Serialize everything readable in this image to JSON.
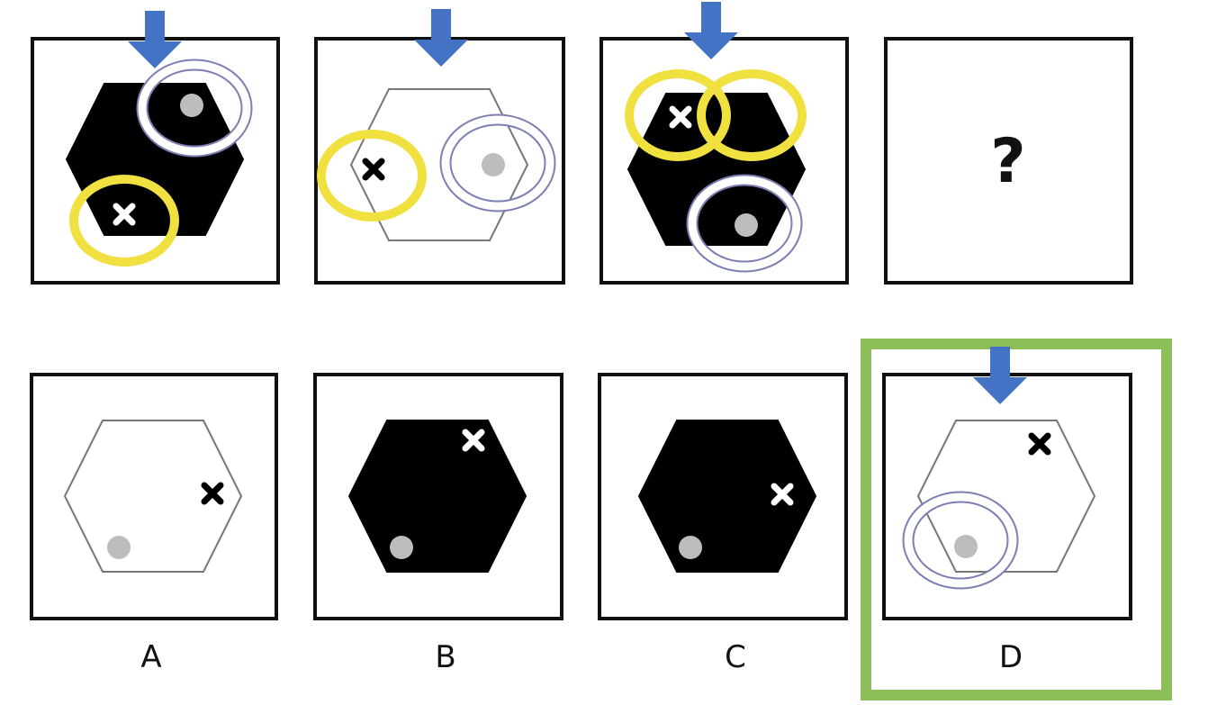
{
  "title": "",
  "colors": {
    "frame": "#111111",
    "hex_black": "#000000",
    "hex_outline": "#777777",
    "arrow": "#4472c4",
    "ring_yellow": "#f0e040",
    "ring_white_stroke": "#7c7fb4",
    "dot": "#bdbdbd",
    "highlight": "#8cbf5a"
  },
  "sequence": [
    {
      "name": "panel-1",
      "hexagon": "filled",
      "arrow": "top-left",
      "x_mark": "white",
      "rings": [
        {
          "color": "white",
          "around": "dot"
        },
        {
          "color": "yellow",
          "around": "x"
        }
      ]
    },
    {
      "name": "panel-2",
      "hexagon": "outline",
      "arrow": "top-center",
      "x_mark": "black",
      "rings": [
        {
          "color": "yellow",
          "around": "x"
        },
        {
          "color": "white",
          "around": "dot"
        }
      ]
    },
    {
      "name": "panel-3",
      "hexagon": "filled",
      "arrow": "top-center",
      "x_mark": "white",
      "rings": [
        {
          "color": "yellow",
          "around": "x"
        },
        {
          "color": "yellow",
          "around": "empty"
        },
        {
          "color": "white",
          "around": "dot"
        }
      ]
    },
    {
      "name": "panel-4",
      "question": "?"
    }
  ],
  "options": [
    {
      "label": "A",
      "hexagon": "outline",
      "x_mark": "black",
      "rings": [],
      "arrow": "none",
      "selected": false
    },
    {
      "label": "B",
      "hexagon": "filled",
      "x_mark": "white",
      "rings": [],
      "arrow": "none",
      "selected": false
    },
    {
      "label": "C",
      "hexagon": "filled",
      "x_mark": "white",
      "rings": [],
      "arrow": "none",
      "selected": false
    },
    {
      "label": "D",
      "hexagon": "outline",
      "x_mark": "black",
      "rings": [
        {
          "color": "white",
          "around": "dot"
        }
      ],
      "arrow": "top-center",
      "selected": true
    }
  ]
}
